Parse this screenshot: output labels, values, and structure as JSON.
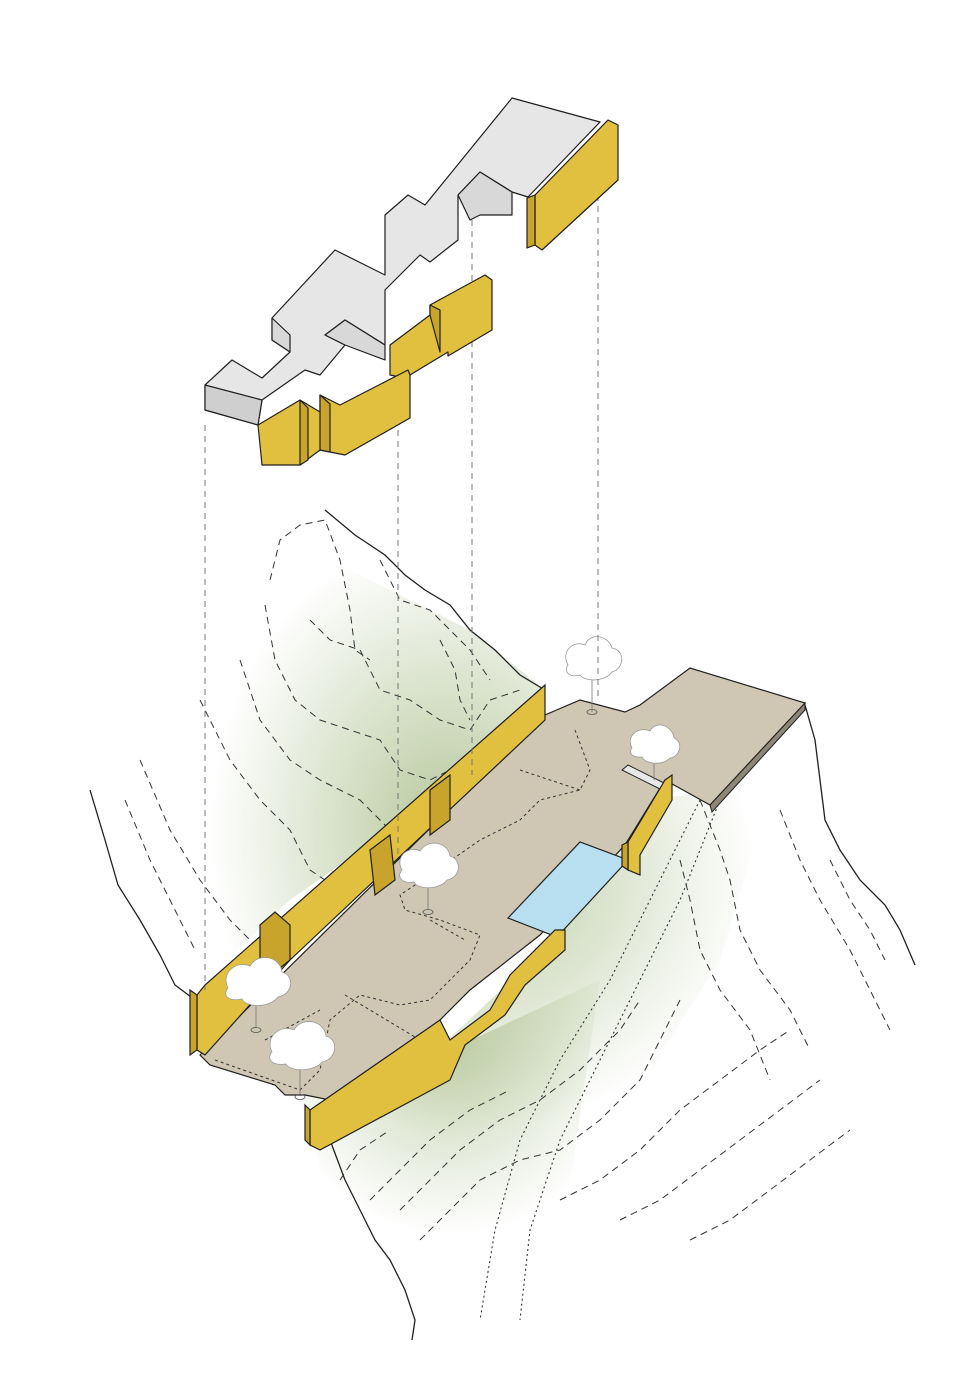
{
  "diagram": {
    "title": "",
    "labels": [],
    "colors": {
      "background": "#ffffff",
      "outline": "#1f1f1f",
      "roof_top": "#e6e6e6",
      "roof_side": "#cfcfcf",
      "wall_face": "#e2c03f",
      "wall_side": "#c9a42c",
      "terrace": "#cfc7b4",
      "terrace_edge": "#8e8778",
      "pool": "#b7dff0",
      "vegetation": "#a9be8a",
      "tree": "#ffffff",
      "contour": "#333333"
    },
    "elements": [
      "roof-volume",
      "retaining-walls",
      "terrace-platform",
      "swimming-pool",
      "trees",
      "terrain-contours",
      "projection-lines"
    ]
  }
}
